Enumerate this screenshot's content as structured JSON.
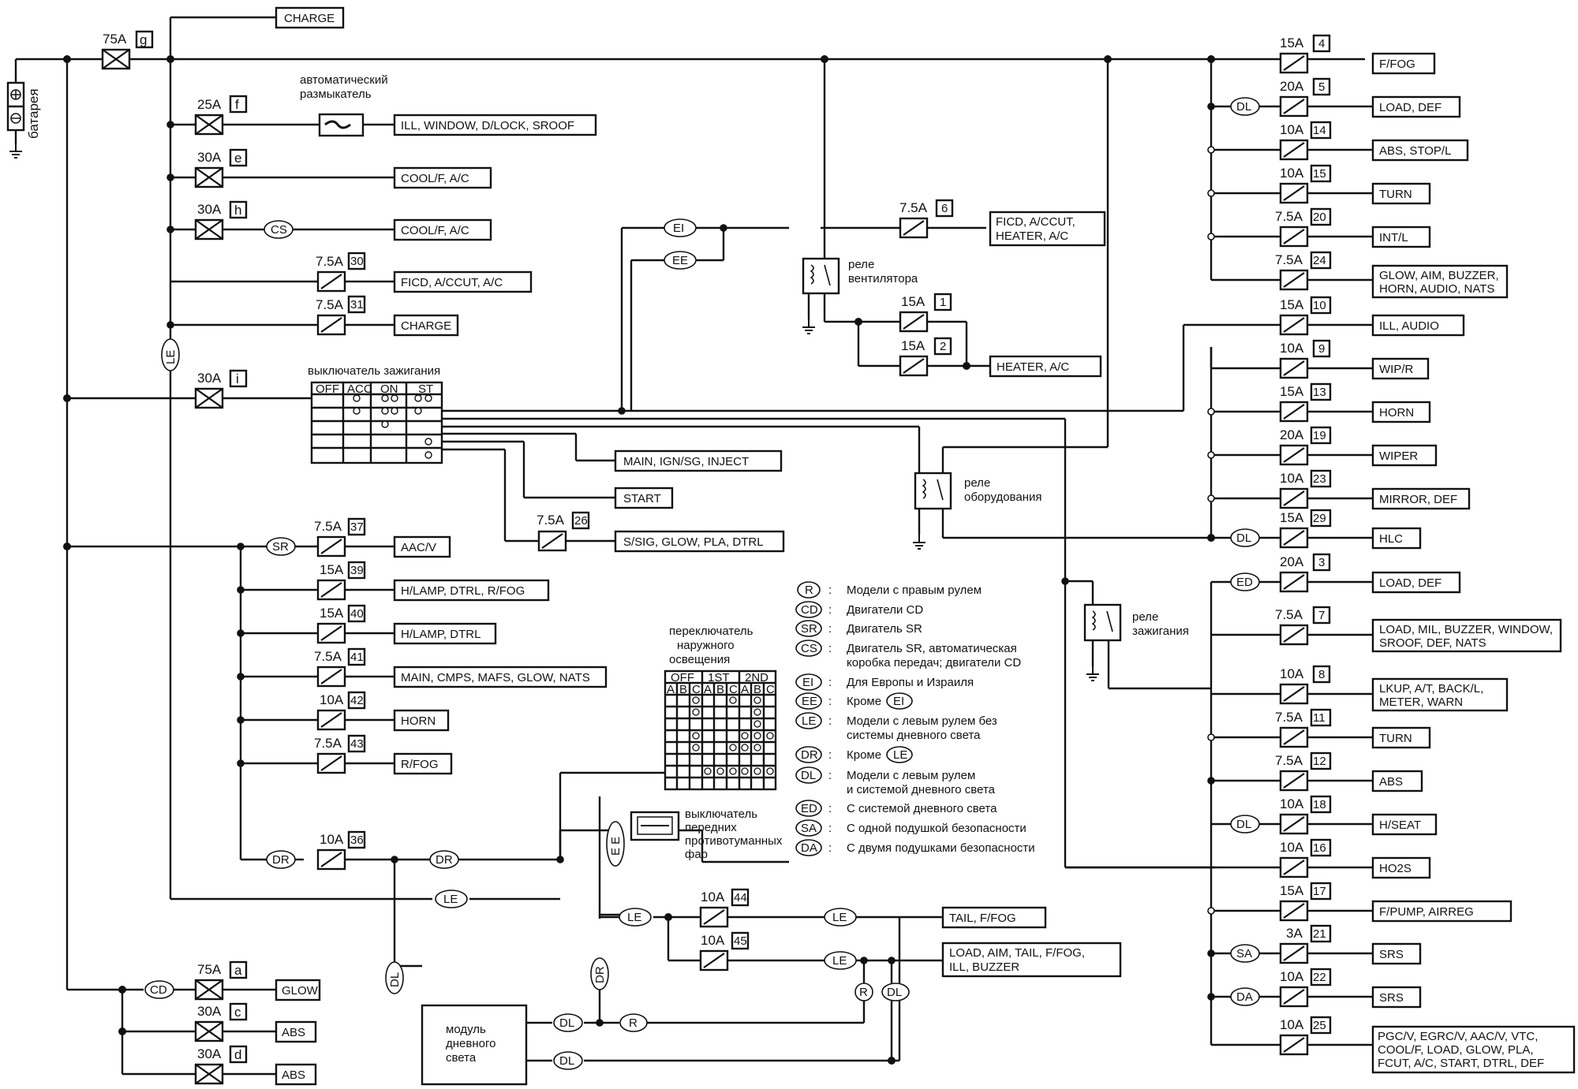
{
  "battery": {
    "label": "батарея"
  },
  "main_fuses": [
    {
      "rating": "75A",
      "id": "g"
    },
    {
      "rating": "25A",
      "id": "f"
    },
    {
      "rating": "30A",
      "id": "e"
    },
    {
      "rating": "30A",
      "id": "h"
    },
    {
      "rating": "7.5A",
      "id": "30"
    },
    {
      "rating": "7.5A",
      "id": "31"
    },
    {
      "rating": "30A",
      "id": "i"
    }
  ],
  "left_outputs": {
    "charge_top": "CHARGE",
    "ill_window": "ILL, WINDOW, D/LOCK, SROOF",
    "cool_ac_1": "COOL/F, A/C",
    "cool_ac_2": "COOL/F, A/C",
    "ficd": "FICD, A/CCUT, A/C",
    "charge": "CHARGE"
  },
  "breaker": {
    "line1": "автоматический",
    "line2": "размыкатель"
  },
  "ignition_switch": {
    "title": "выключатель зажигания",
    "cols": [
      "OFF",
      "ACC",
      "ON",
      "ST"
    ]
  },
  "ign_outputs": {
    "main": "MAIN, IGN/SG, INJECT",
    "start": "START",
    "ssig": "S/SIG, GLOW, PLA, DTRL"
  },
  "fuse_26": {
    "rating": "7.5A",
    "id": "26"
  },
  "sr_fuses": [
    {
      "rating": "7.5A",
      "id": "37",
      "label": "AAC/V"
    },
    {
      "rating": "15A",
      "id": "39",
      "label": "H/LAMP, DTRL, R/FOG"
    },
    {
      "rating": "15A",
      "id": "40",
      "label": "H/LAMP, DTRL"
    },
    {
      "rating": "7.5A",
      "id": "41",
      "label": "MAIN, CMPS, MAFS, GLOW, NATS"
    },
    {
      "rating": "10A",
      "id": "42",
      "label": "HORN"
    },
    {
      "rating": "7.5A",
      "id": "43",
      "label": "R/FOG"
    }
  ],
  "fuse_36": {
    "rating": "10A",
    "id": "36"
  },
  "cd_fuses": [
    {
      "rating": "75A",
      "id": "a",
      "label": "GLOW"
    },
    {
      "rating": "30A",
      "id": "c",
      "label": "ABS"
    },
    {
      "rating": "30A",
      "id": "d",
      "label": "ABS"
    }
  ],
  "daylight_module": {
    "line1": "модуль",
    "line2": "дневного",
    "line3": "света"
  },
  "tail_fuses": [
    {
      "rating": "10A",
      "id": "44",
      "label": "TAIL, F/FOG"
    },
    {
      "rating": "10A",
      "id": "45",
      "label1": "LOAD, AIM, TAIL, F/FOG,",
      "label2": "ILL, BUZZER"
    }
  ],
  "light_switch": {
    "title1": "переключатель",
    "title2": "наружного",
    "title3": "освещения",
    "groups": [
      "OFF",
      "1ST",
      "2ND"
    ],
    "cols": [
      "A",
      "B",
      "C",
      "A",
      "B",
      "C",
      "A",
      "B",
      "C"
    ]
  },
  "fog_switch": {
    "line1": "выключатель",
    "line2": "передних",
    "line3": "противотуманных",
    "line4": "фар"
  },
  "center": {
    "fuse_6": {
      "rating": "7.5A",
      "id": "6",
      "label1": "FICD, A/CCUT,",
      "label2": "HEATER, A/C"
    },
    "fan_relay": {
      "line1": "реле",
      "line2": "вентилятора"
    },
    "fuse_1": {
      "rating": "15A",
      "id": "1"
    },
    "fuse_2": {
      "rating": "15A",
      "id": "2"
    },
    "heater": "HEATER, A/C",
    "acc_relay": {
      "line1": "реле",
      "line2": "оборудования"
    },
    "ign_relay": {
      "line1": "реле",
      "line2": "зажигания"
    }
  },
  "tags": {
    "LE": "LE",
    "CS": "CS",
    "EI": "EI",
    "EE": "EE",
    "SR": "SR",
    "DR": "DR",
    "DL": "DL",
    "CD": "CD",
    "R": "R",
    "ED": "ED",
    "SA": "SA",
    "DA": "DA",
    "EE_vert": "E E"
  },
  "legend": [
    {
      "tag": "R",
      "text": "Модели с правым рулем"
    },
    {
      "tag": "CD",
      "text": "Двигатели CD"
    },
    {
      "tag": "SR",
      "text": "Двигатель SR"
    },
    {
      "tag": "CS",
      "text1": "Двигатель SR, автоматическая",
      "text2": "коробка передач; двигатели CD"
    },
    {
      "tag": "EI",
      "text": "Для Европы и Израиля"
    },
    {
      "tag": "EE",
      "text": "Кроме",
      "ref": "EI"
    },
    {
      "tag": "LE",
      "text1": "Модели с левым рулем без",
      "text2": "системы дневного света"
    },
    {
      "tag": "DR",
      "text": "Кроме",
      "ref": "LE"
    },
    {
      "tag": "DL",
      "text1": "Модели с левым рулем",
      "text2": "и системой дневного света"
    },
    {
      "tag": "ED",
      "text": "С системой дневного света"
    },
    {
      "tag": "SA",
      "text": "С одной подушкой безопасности"
    },
    {
      "tag": "DA",
      "text": "С двумя подушками безопасности"
    }
  ],
  "right_fuses_top": [
    {
      "rating": "15A",
      "id": "4",
      "label": "F/FOG"
    },
    {
      "rating": "20A",
      "id": "5",
      "label": "LOAD, DEF"
    },
    {
      "rating": "10A",
      "id": "14",
      "label": "ABS, STOP/L"
    },
    {
      "rating": "10A",
      "id": "15",
      "label": "TURN"
    },
    {
      "rating": "7.5A",
      "id": "20",
      "label": "INT/L"
    },
    {
      "rating": "7.5A",
      "id": "24",
      "label1": "GLOW, AIM, BUZZER,",
      "label2": "HORN, AUDIO, NATS"
    }
  ],
  "right_fuses_mid": [
    {
      "rating": "15A",
      "id": "10",
      "label": "ILL, AUDIO"
    },
    {
      "rating": "10A",
      "id": "9",
      "label": "WIP/R"
    },
    {
      "rating": "15A",
      "id": "13",
      "label": "HORN"
    },
    {
      "rating": "20A",
      "id": "19",
      "label": "WIPER"
    },
    {
      "rating": "10A",
      "id": "23",
      "label": "MIRROR, DEF"
    },
    {
      "rating": "15A",
      "id": "29",
      "label": "HLC"
    }
  ],
  "right_fuses_ign": [
    {
      "rating": "20A",
      "id": "3",
      "label": "LOAD, DEF"
    },
    {
      "rating": "7.5A",
      "id": "7",
      "label1": "LOAD, MIL, BUZZER, WINDOW,",
      "label2": "SROOF, DEF, NATS"
    },
    {
      "rating": "10A",
      "id": "8",
      "label1": "LKUP, A/T, BACK/L,",
      "label2": "METER, WARN"
    },
    {
      "rating": "7.5A",
      "id": "11",
      "label": "TURN"
    },
    {
      "rating": "7.5A",
      "id": "12",
      "label": "ABS"
    },
    {
      "rating": "10A",
      "id": "18",
      "label": "H/SEAT"
    },
    {
      "rating": "10A",
      "id": "16",
      "label": "HO2S"
    },
    {
      "rating": "15A",
      "id": "17",
      "label": "F/PUMP, AIRREG"
    },
    {
      "rating": "3A",
      "id": "21",
      "label": "SRS"
    },
    {
      "rating": "10A",
      "id": "22",
      "label": "SRS"
    },
    {
      "rating": "10A",
      "id": "25",
      "label1": "PGC/V, EGRC/V, AAC/V, VTC,",
      "label2": "COOL/F, LOAD, GLOW, PLA,",
      "label3": "FCUT, A/C, START, DTRL, DEF"
    }
  ]
}
